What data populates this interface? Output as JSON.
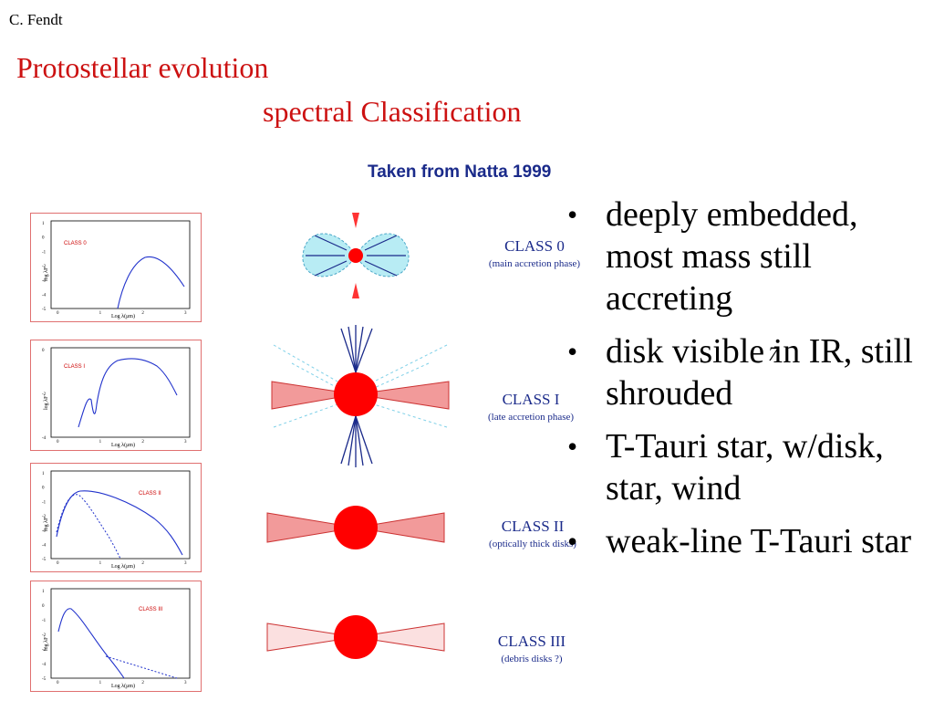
{
  "header": {
    "author": "C. Fendt",
    "title_line1": "Protostellar evolution",
    "title_line2": "spectral Classification",
    "credit": "Taken from Natta 1999"
  },
  "classes": [
    {
      "name": "CLASS 0",
      "sub": "(main accretion phase)"
    },
    {
      "name": "CLASS I",
      "sub": "(late accretion phase)"
    },
    {
      "name": "CLASS II",
      "sub": "(optically thick disks)"
    },
    {
      "name": "CLASS III",
      "sub": "(debris disks ?)"
    }
  ],
  "panels": [
    {
      "label": "CLASS 0",
      "ylabel": "log λF",
      "xlabel": "Log λ(μm)",
      "yticks": [
        "1",
        "0",
        "-1",
        "-2",
        "-3",
        "-4",
        "-5"
      ],
      "xticks": [
        "0",
        "1",
        "2",
        "3"
      ]
    },
    {
      "label": "CLASS I",
      "ylabel": "log λF",
      "xlabel": "Log λ(μm)",
      "yticks": [
        "0",
        "-2",
        "-4"
      ],
      "xticks": [
        "0",
        "1",
        "2",
        "3"
      ]
    },
    {
      "label": "CLASS II",
      "ylabel": "log λF",
      "xlabel": "Log λ(μm)",
      "yticks": [
        "1",
        "0",
        "-1",
        "-2",
        "-3",
        "-4",
        "-5"
      ],
      "xticks": [
        "0",
        "1",
        "2",
        "3"
      ]
    },
    {
      "label": "CLASS III",
      "ylabel": "log λF",
      "xlabel": "Log λ(μm)",
      "yticks": [
        "1",
        "0",
        "-1",
        "-2",
        "-3",
        "-4",
        "-5"
      ],
      "xticks": [
        "0",
        "1",
        "2",
        "3"
      ]
    }
  ],
  "bullets": [
    "deeply embedded, most mass still accreting",
    "disk visible in IR, still shrouded",
    "T-Tauri star, w/disk, star, wind",
    "weak-line T-Tauri star"
  ],
  "stray_mark": "7",
  "colors": {
    "title": "#cc1111",
    "credit": "#1a2a8a",
    "star": "#ff0000",
    "curve": "#2233cc"
  }
}
